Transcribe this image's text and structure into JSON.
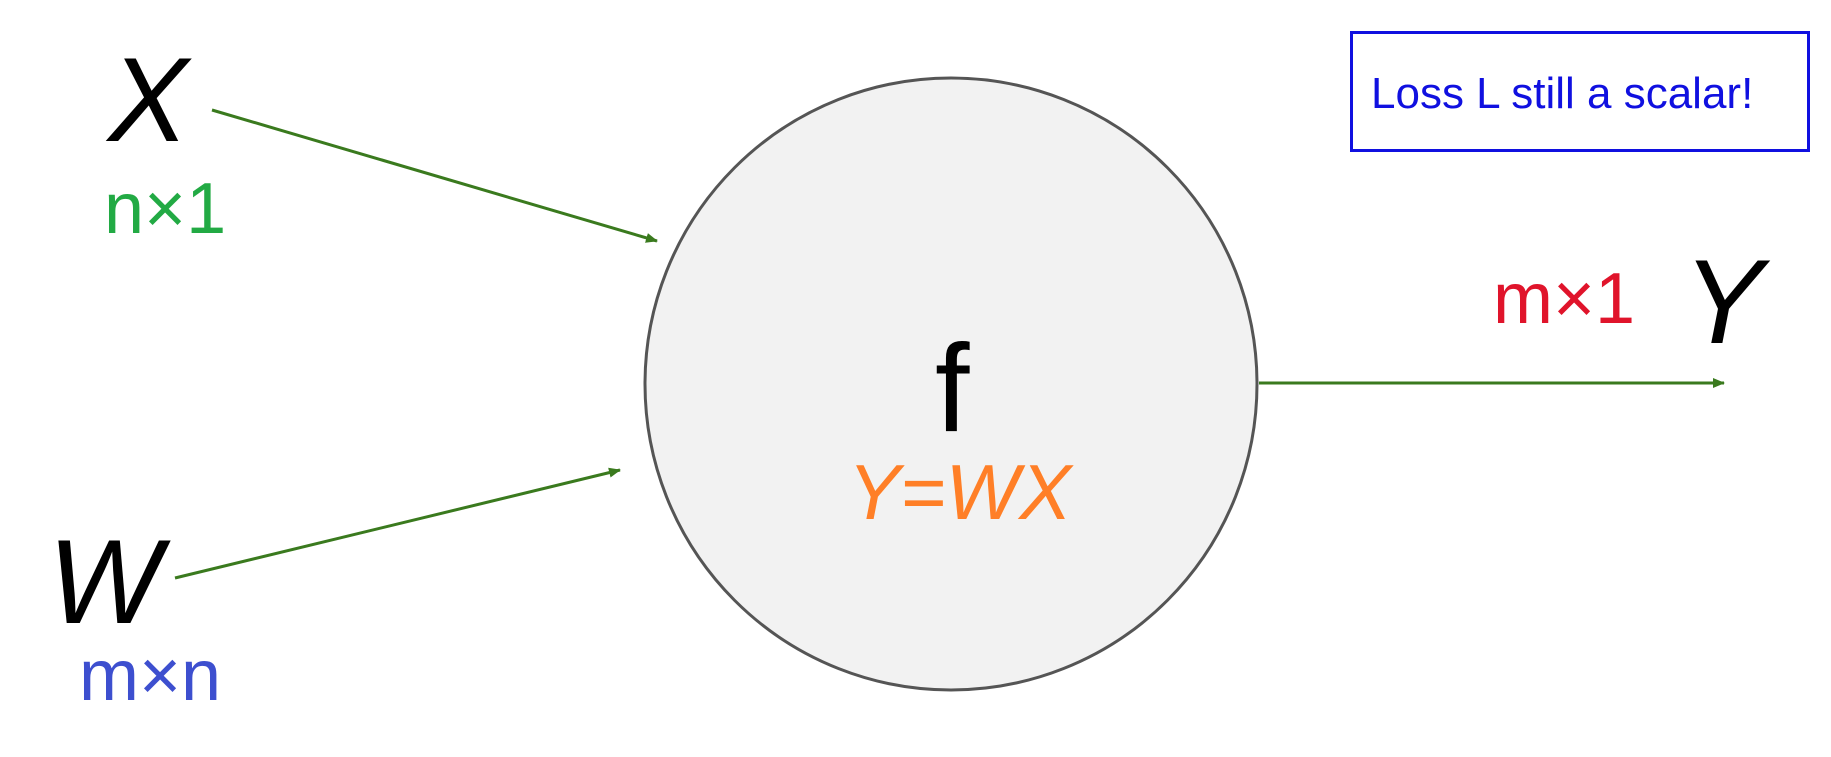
{
  "inputs": {
    "x": {
      "symbol": "X",
      "dimension": "n×1"
    },
    "w": {
      "symbol": "W",
      "dimension": "m×n"
    }
  },
  "node": {
    "name": "f",
    "equation": "Y=WX"
  },
  "output": {
    "symbol": "Y",
    "dimension": "m×1"
  },
  "note": "Loss L still a scalar!",
  "colors": {
    "arrow": "#3a7a1e",
    "node_fill": "#f2f2f2",
    "node_stroke": "#555555",
    "dim_x": "#22aa44",
    "dim_w": "#3d4fcf",
    "dim_y": "#e0142b",
    "equation": "#ff7f27",
    "note": "#1010e0"
  }
}
